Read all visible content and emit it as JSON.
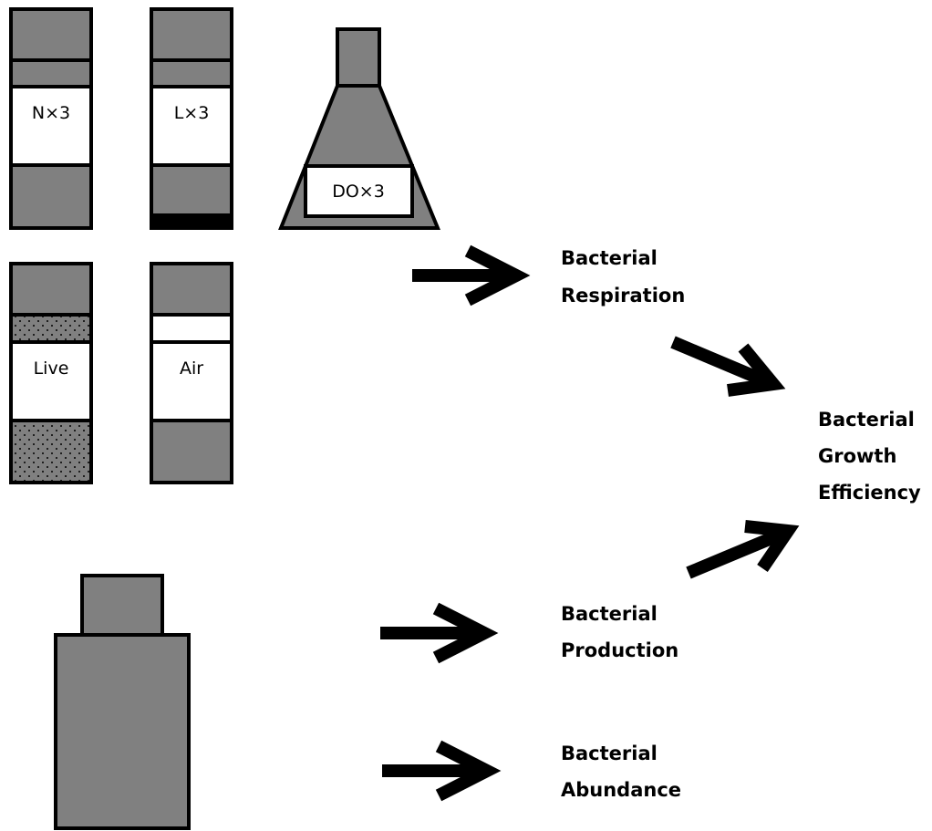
{
  "colors": {
    "bottle_fill": "#808080",
    "outline": "#000000",
    "window": "#ffffff",
    "stipple_dot": "#000000",
    "arrow": "#000000"
  },
  "vials": {
    "nitrogen": {
      "label": "N×3"
    },
    "light": {
      "label": "L×3"
    },
    "live": {
      "label": "Live"
    },
    "air": {
      "label": "Air"
    }
  },
  "flask": {
    "label": "DO×3"
  },
  "large_bottle": {
    "label": ""
  },
  "outcomes": {
    "respiration": {
      "line1": "Bacterial",
      "line2": "Respiration"
    },
    "production": {
      "line1": "Bacterial",
      "line2": "Production"
    },
    "abundance": {
      "line1": "Bacterial",
      "line2": "Abundance"
    },
    "growth_efficiency": {
      "line1": "Bacterial",
      "line2": "Growth",
      "line3": "Efficiency"
    }
  },
  "arrows": [
    {
      "from": "sample-vials",
      "to": "respiration"
    },
    {
      "from": "respiration",
      "to": "growth_efficiency"
    },
    {
      "from": "production",
      "to": "growth_efficiency"
    },
    {
      "from": "large-bottle",
      "to": "production"
    },
    {
      "from": "large-bottle",
      "to": "abundance"
    }
  ]
}
